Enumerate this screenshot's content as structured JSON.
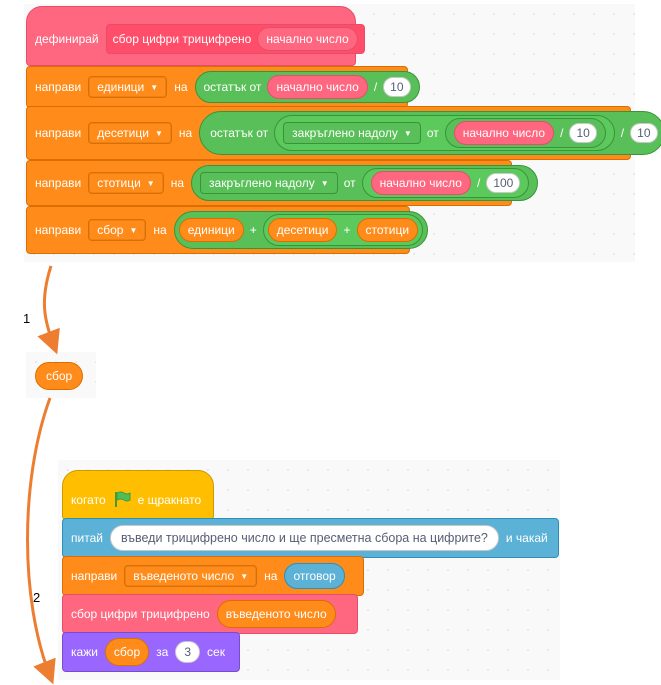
{
  "define": {
    "label": "дефинирай",
    "name": "сбор цифри трицифрено",
    "param": "начално число"
  },
  "rows": {
    "r1": {
      "set": "направи",
      "var": "единици",
      "on": "на",
      "op": "остатък от",
      "arg": "начално число",
      "div": "/",
      "num": "10"
    },
    "r2": {
      "set": "направи",
      "var": "десетици",
      "on": "на",
      "op": "остатък от",
      "round": "закръглено надолу",
      "from": "от",
      "arg": "начално число",
      "div1": "/",
      "num1": "10",
      "div2": "/",
      "num2": "10"
    },
    "r3": {
      "set": "направи",
      "var": "стотици",
      "on": "на",
      "round": "закръглено надолу",
      "from": "от",
      "arg": "начално число",
      "div": "/",
      "num": "100"
    },
    "r4": {
      "set": "направи",
      "var": "сбор",
      "on": "на",
      "a": "единици",
      "plus1": "+",
      "b": "десетици",
      "plus2": "+",
      "c": "стотици"
    }
  },
  "reporter": {
    "label": "сбор"
  },
  "arrows": {
    "step1": "1",
    "step2": "2"
  },
  "script2": {
    "when": "когато",
    "flag": "e щракнато",
    "ask": "питай",
    "question": "въведи трицифрено число и ще пресметна сбора на цифрите?",
    "wait": "и чакай",
    "set": "направи",
    "var": "въведеното число",
    "on": "на",
    "answer": "отговор",
    "call": "сбор цифри трицифрено",
    "callarg": "въведеното число",
    "say": "кажи",
    "sayvar": "сбор",
    "for": "за",
    "secs": "3",
    "sec": "сек"
  },
  "colors": {
    "my_blocks": "#ff6680",
    "variables": "#ff8c1a",
    "operators": "#59c059",
    "events": "#ffbf00",
    "sensing": "#5cb1d6",
    "looks": "#9966ff",
    "arrow": "#ed7d31"
  }
}
